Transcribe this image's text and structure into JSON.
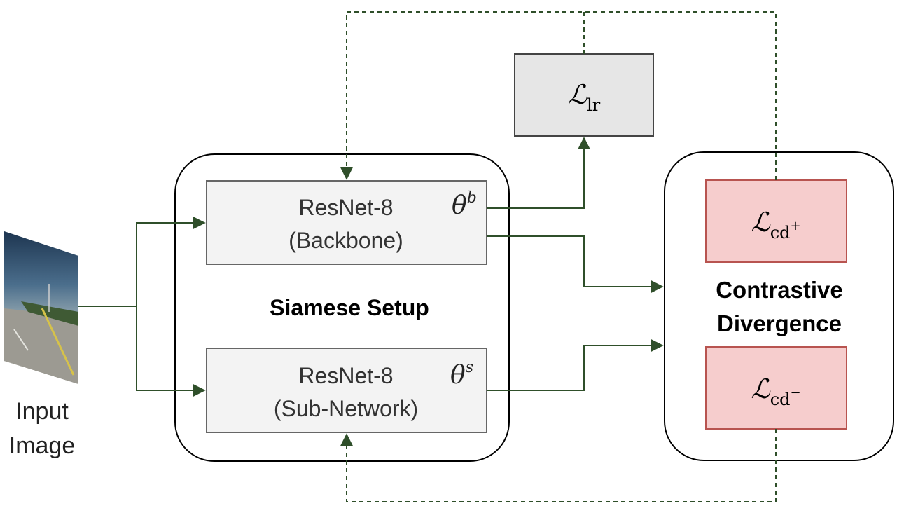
{
  "input": {
    "label_line1": "Input",
    "label_line2": "Image"
  },
  "siamese": {
    "title": "Siamese Setup",
    "backbone": {
      "name": "ResNet-8",
      "role": "(Backbone)",
      "param_base": "θ",
      "param_sup": "b"
    },
    "subnetwork": {
      "name": "ResNet-8",
      "role": "(Sub-Network)",
      "param_base": "θ",
      "param_sup": "s"
    }
  },
  "loss_lr": {
    "symbol": "ℒ",
    "subscript": "lr"
  },
  "contrastive": {
    "title_line1": "Contrastive",
    "title_line2": "Divergence",
    "loss_pos": {
      "symbol": "ℒ",
      "subscript": "cd",
      "sup": "+"
    },
    "loss_neg": {
      "symbol": "ℒ",
      "subscript": "cd",
      "sup": "−"
    }
  },
  "colors": {
    "arrow": "#2f4f2a",
    "module_fill": "#f3f3f3",
    "module_stroke": "#666666",
    "loss_fill": "#e6e6e6",
    "cd_fill": "#f6cdcd",
    "cd_stroke": "#b85450",
    "group_stroke": "#000000"
  }
}
